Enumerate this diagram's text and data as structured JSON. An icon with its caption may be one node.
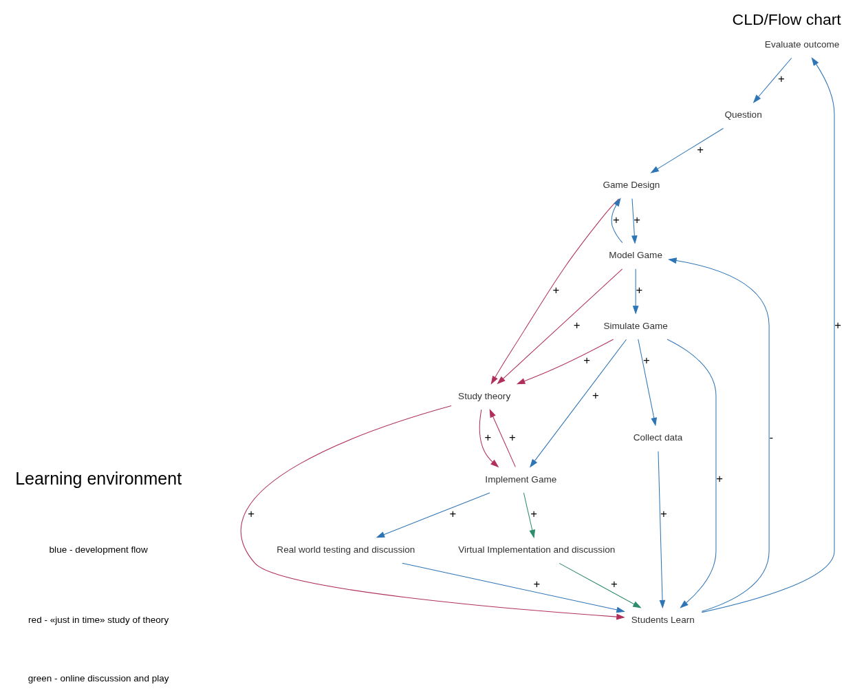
{
  "diagram": {
    "title": "CLD/Flow chart",
    "caption": "Learning environment",
    "nodes": [
      {
        "text": [
          "Evaluate outcome"
        ]
      },
      {
        "text": [
          "Virtual Implementation and discussion"
        ]
      },
      {
        "text": [
          "Question"
        ]
      },
      {
        "text": [
          "Students Learn"
        ]
      },
      {
        "text": [
          "Real world testing and discussion"
        ]
      },
      {
        "text": [
          "Collect data"
        ]
      },
      {
        "text": [
          "Game Design"
        ]
      },
      {
        "text": [
          "Model Game"
        ]
      },
      {
        "text": [
          "Simulate Game"
        ]
      },
      {
        "text": [
          "Implement Game"
        ]
      },
      {
        "text": [
          "Study theory"
        ]
      }
    ],
    "edges": [
      {
        "from": 3,
        "to": 0,
        "arrow": "to",
        "label": "+"
      },
      {
        "from": 0,
        "to": 2,
        "arrow": "to",
        "label": "+"
      },
      {
        "from": 2,
        "to": 6,
        "arrow": "to",
        "label": "+"
      },
      {
        "from": 7,
        "to": 6,
        "arrow": "to",
        "label": "+"
      },
      {
        "from": 6,
        "to": 7,
        "arrow": "to",
        "label": "+"
      },
      {
        "from": 3,
        "to": 7,
        "arrow": "to",
        "label": "-"
      },
      {
        "from": 7,
        "to": 8,
        "arrow": "to",
        "label": "+"
      },
      {
        "from": 8,
        "to": 3,
        "arrow": "to",
        "label": "+"
      },
      {
        "from": 5,
        "to": 3,
        "arrow": "to",
        "label": "+"
      },
      {
        "from": 4,
        "to": 3,
        "arrow": "to",
        "label": "+"
      },
      {
        "from": 8,
        "to": 5,
        "arrow": "to",
        "label": "+"
      },
      {
        "from": 8,
        "to": 9,
        "arrow": "to",
        "label": "+"
      },
      {
        "from": 9,
        "to": 4,
        "arrow": "to",
        "label": "+"
      },
      {
        "from": 9,
        "to": 1,
        "arrow": "to",
        "label": "+",
        "color": "#2e8b6e"
      },
      {
        "from": 1,
        "to": 3,
        "arrow": "to",
        "label": "+",
        "color": "#2e8b6e"
      },
      {
        "from": 6,
        "to": 10,
        "arrow": "to",
        "label": "+",
        "color": "#b0305a"
      },
      {
        "from": 7,
        "to": 10,
        "arrow": "to",
        "label": "+",
        "color": "#b0305a"
      },
      {
        "from": 10,
        "to": 3,
        "arrow": "to",
        "label": "+",
        "color": "#b0305a"
      },
      {
        "from": 8,
        "to": 10,
        "arrow": "to",
        "label": "+",
        "color": "#b0305a"
      },
      {
        "from": 9,
        "to": 10,
        "arrow": "to",
        "label": "+",
        "color": "#b0305a"
      },
      {
        "from": 10,
        "to": 9,
        "arrow": "to",
        "label": "+",
        "color": "#b0305a"
      }
    ],
    "labels": [
      "blue - development flow",
      "red - «just in time» study of theory",
      "green - online discussion and play"
    ]
  }
}
